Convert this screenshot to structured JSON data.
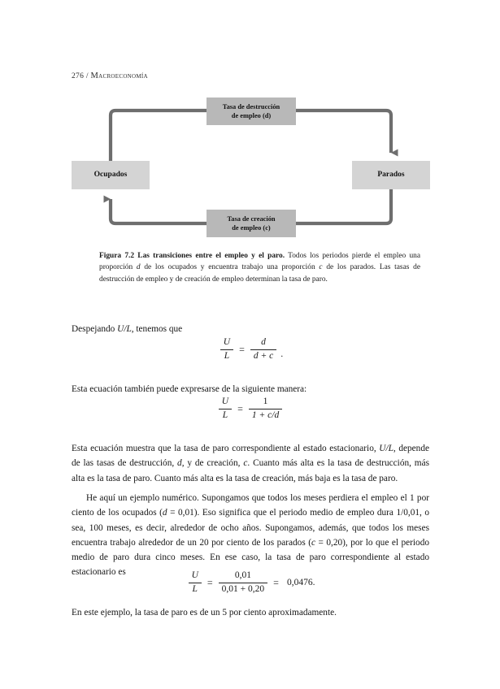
{
  "page": {
    "number": "276",
    "separator": "/",
    "book_title": "Macroeconomía"
  },
  "figure": {
    "nodes": {
      "employed": "Ocupados",
      "unemployed": "Parados"
    },
    "rates": {
      "destruction_line1": "Tasa de destrucción",
      "destruction_line2": "de empleo (d)",
      "creation_line1": "Tasa de creación",
      "creation_line2": "de empleo (c)"
    },
    "caption": {
      "label": "Figura 7.2 Las transiciones entre el empleo y el paro.",
      "text_part1": " Todos los periodos pierde el empleo una proporción ",
      "var_d": "d",
      "text_part2": " de los ocupados y encuentra trabajo una proporción ",
      "var_c": "c",
      "text_part3": " de los parados. Las tasas de destrucción de empleo y de creación de empleo determinan la tasa de paro."
    },
    "colors": {
      "node_fill": "#d4d4d4",
      "rate_fill": "#b8b8b8",
      "arrow": "#6e6e6e"
    }
  },
  "paragraphs": {
    "p1_before": "Despejando ",
    "p1_var": "U/L",
    "p1_after": ", tenemos que",
    "p2": "Esta ecuación también puede expresarse de la siguiente manera:",
    "p3_a": "Esta ecuación muestra que la tasa de paro correspondiente al estado estacionario, ",
    "p3_var1": "U/L",
    "p3_b": ", depende de las tasas de destrucción, ",
    "p3_var2": "d",
    "p3_c": ", y de creación, ",
    "p3_var3": "c",
    "p3_d": ". Cuanto más alta es la tasa de destrucción, más alta es la tasa de paro. Cuanto más alta es la tasa de creación, más baja es la tasa de paro.",
    "p4_a": "He aquí un ejemplo numérico. Supongamos que todos los meses perdiera el empleo el 1 por ciento de los ocupados (",
    "p4_var1": "d",
    "p4_b": " = 0,01). Eso significa que el periodo medio de empleo dura 1/0,01, o sea, 100 meses, es decir, alrededor de ocho años. Supongamos, además, que todos los meses encuentra trabajo alrededor de un 20 por ciento de los parados (",
    "p4_var2": "c",
    "p4_c": " = 0,20), por lo que el periodo medio de paro dura cinco meses. En ese caso, la tasa de paro correspondiente al estado estacionario es",
    "p5": "En este ejemplo, la tasa de paro es de un 5 por ciento aproximadamente."
  },
  "equations": {
    "eq1": {
      "lhs_num": "U",
      "lhs_den": "L",
      "relation": "=",
      "rhs_num": "d",
      "rhs_den": "d + c",
      "tail": "."
    },
    "eq2": {
      "lhs_num": "U",
      "lhs_den": "L",
      "relation": "=",
      "rhs_num": "1",
      "rhs_den": "1 + c/d",
      "tail": ""
    },
    "eq3": {
      "lhs_num": "U",
      "lhs_den": "L",
      "relation": "=",
      "rhs_num": "0,01",
      "rhs_den": "0,01 + 0,20",
      "result_sym": "=",
      "result": "0,0476.",
      "tail": ""
    }
  }
}
